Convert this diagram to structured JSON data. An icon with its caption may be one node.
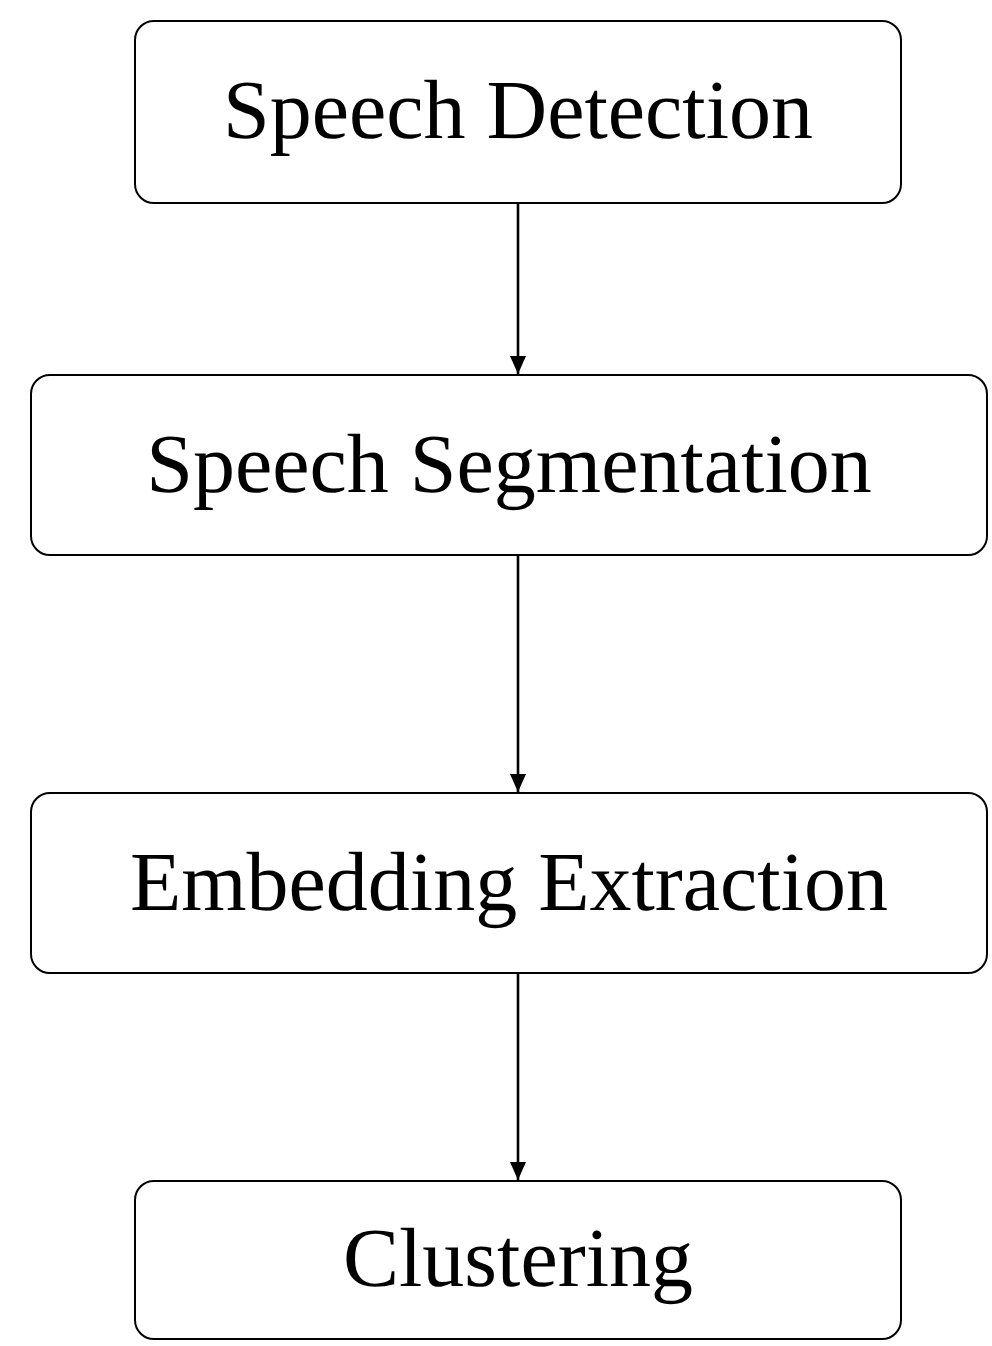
{
  "diagram": {
    "nodes": [
      {
        "text": [
          "Speech Detection"
        ]
      },
      {
        "text": [
          "Speech Segmentation"
        ]
      },
      {
        "text": [
          "Embedding Extraction"
        ]
      },
      {
        "text": [
          "Clustering"
        ]
      }
    ],
    "edges": [
      {
        "from": 0,
        "to": 1,
        "arrow": "to"
      },
      {
        "from": 1,
        "to": 2,
        "arrow": "to"
      },
      {
        "from": 2,
        "to": 3,
        "arrow": "to"
      }
    ]
  }
}
